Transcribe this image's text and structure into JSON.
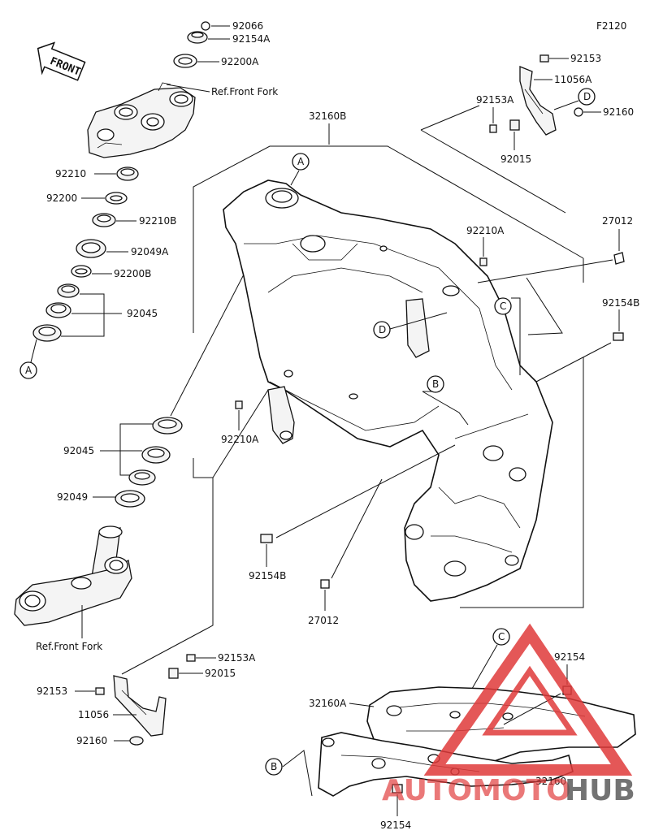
{
  "figure_code": "F2120",
  "front_label": "FRONT",
  "refs": {
    "ref_front_fork_top": "Ref.Front Fork",
    "ref_front_fork_bottom": "Ref.Front Fork"
  },
  "callouts": {
    "A": "A",
    "B": "B",
    "C": "C",
    "D": "D"
  },
  "parts": {
    "p92066": "92066",
    "p92154A": "92154A",
    "p92200A": "92200A",
    "p92210": "92210",
    "p92200": "92200",
    "p92210B": "92210B",
    "p92049A": "92049A",
    "p92200B": "92200B",
    "p92045_top": "92045",
    "p92045_mid": "92045",
    "p92049": "92049",
    "p32160B": "32160B",
    "p92210A_top": "92210A",
    "p92210A_mid": "92210A",
    "p27012_top": "27012",
    "p27012_mid": "27012",
    "p92154B_top": "92154B",
    "p92154B_mid": "92154B",
    "p92153_top": "92153",
    "p11056A": "11056A",
    "p92153A_top": "92153A",
    "p92160_top": "92160",
    "p92015_top": "92015",
    "p92153A_bot": "92153A",
    "p92015_bot": "92015",
    "p92153_bot": "92153",
    "p11056": "11056",
    "p92160_bot": "92160",
    "p32160A": "32160A",
    "p92154_right": "92154",
    "p92154_bot": "92154",
    "p32160": "32160"
  },
  "watermark": {
    "text_auto": "AUTOMOTO",
    "text_hub": "HUB",
    "color_main": "#e03a3a",
    "color_dark": "#333333"
  }
}
